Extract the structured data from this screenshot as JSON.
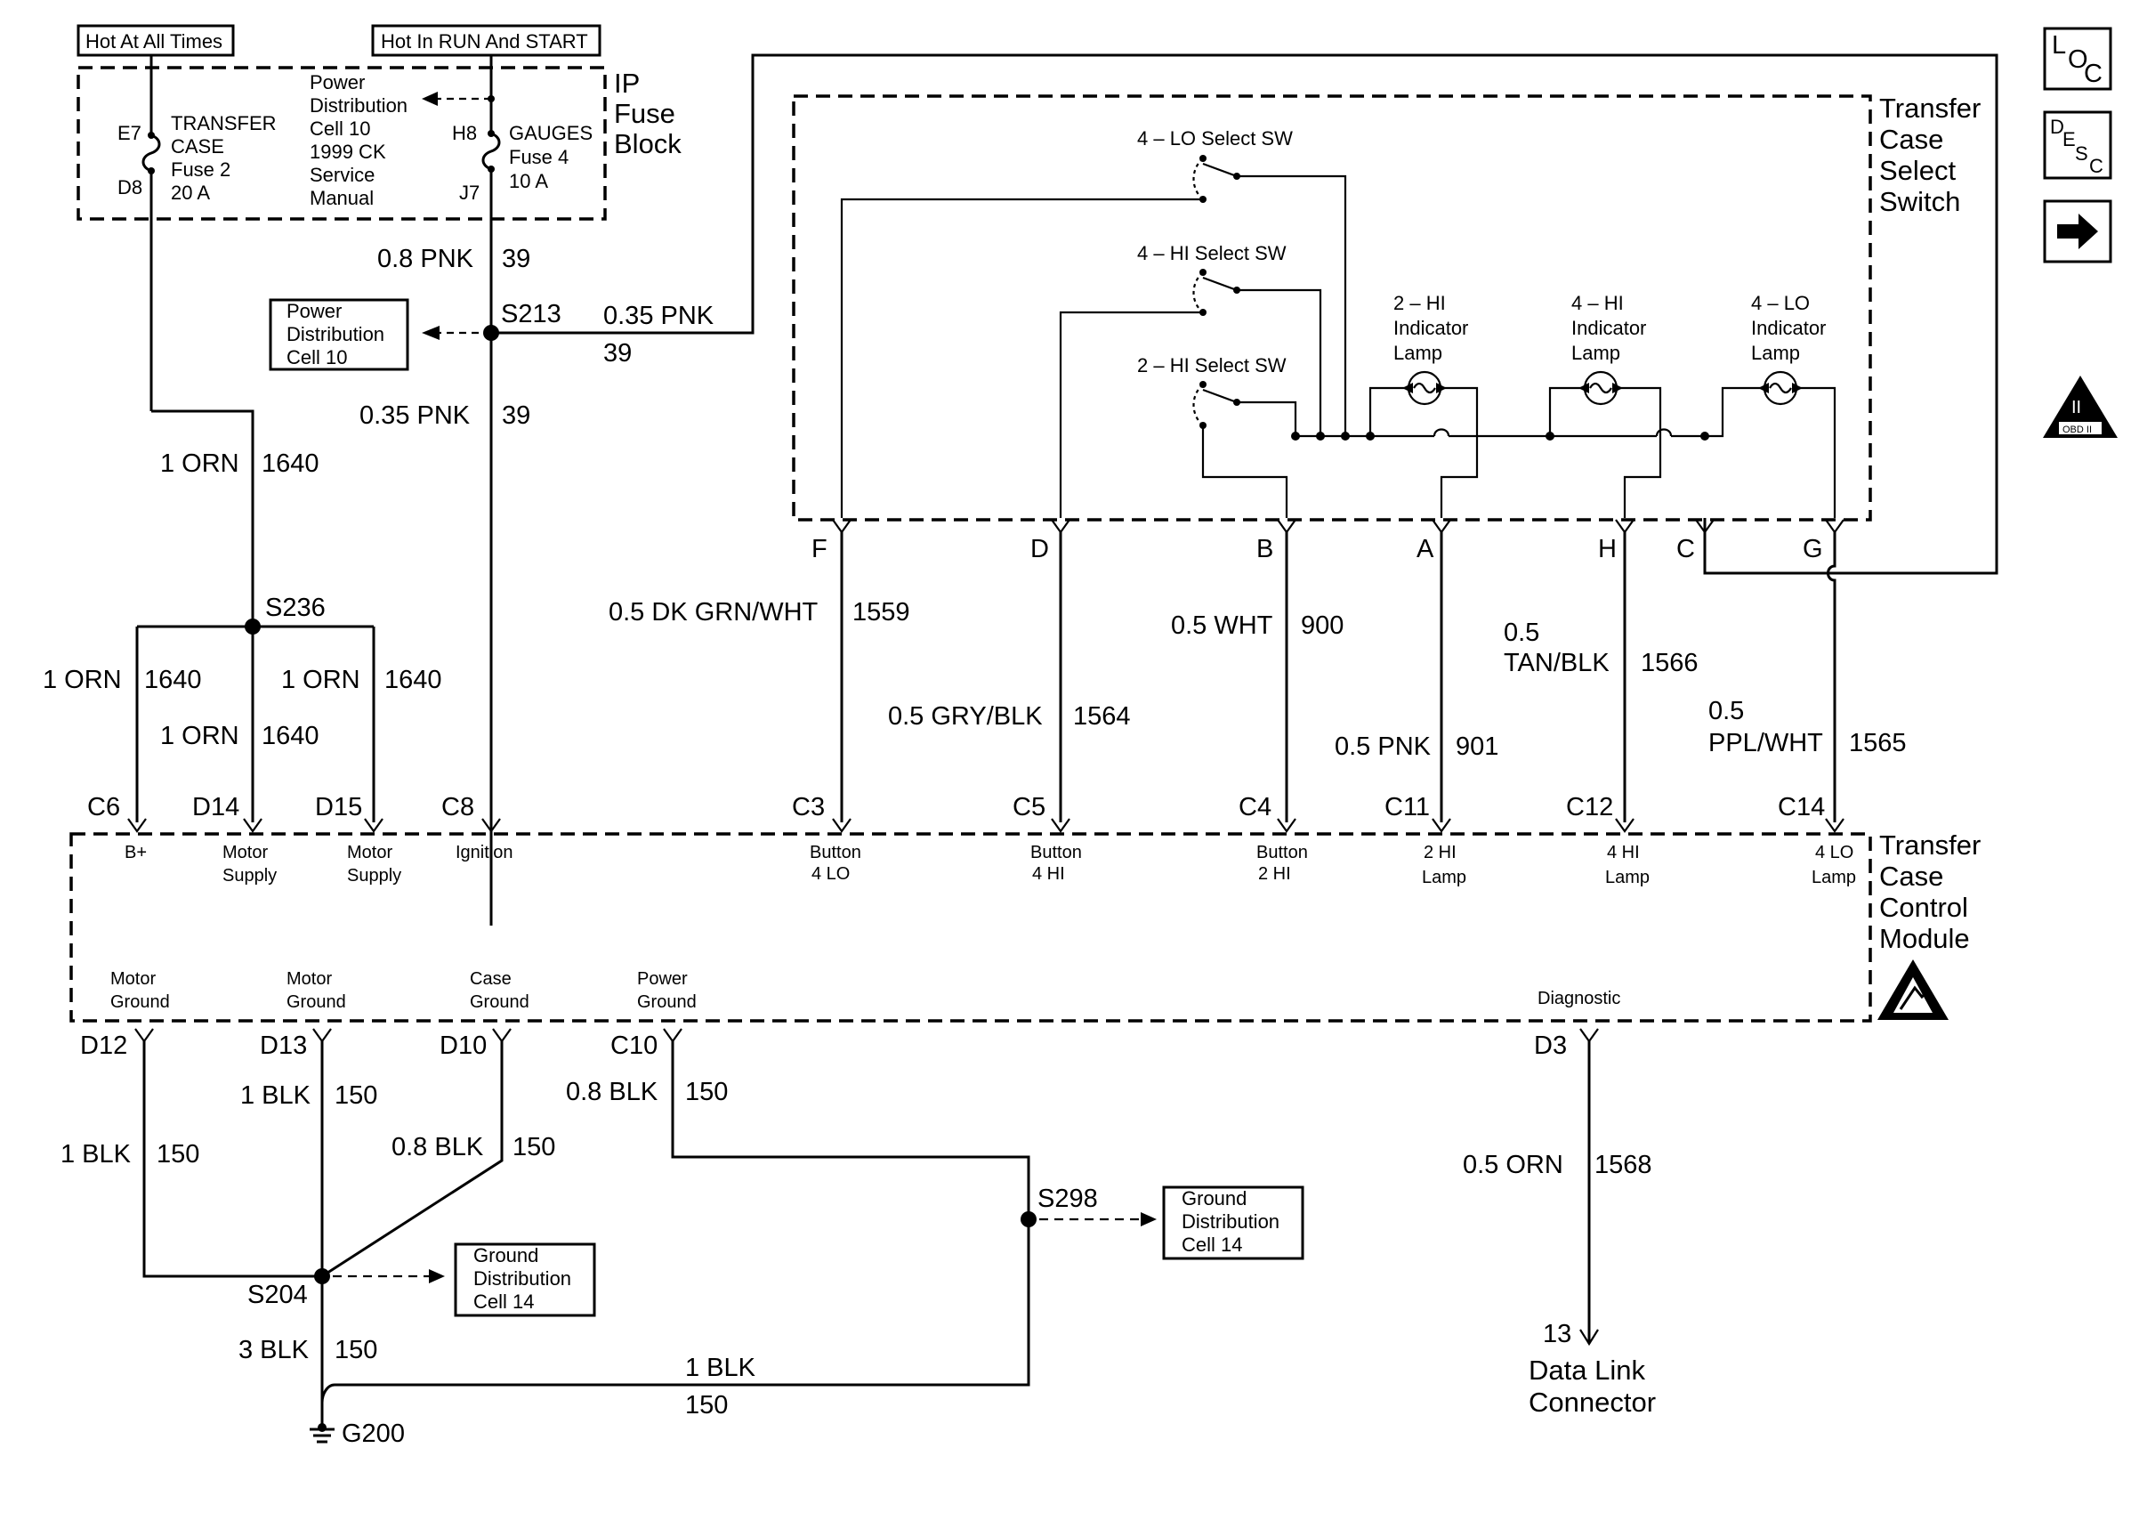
{
  "header": {
    "hot_all_times": "Hot At All Times",
    "hot_run_start": "Hot In RUN And START"
  },
  "fuse_block": {
    "title_l1": "IP",
    "title_l2": "Fuse",
    "title_l3": "Block",
    "transfer_fuse": {
      "pin_top": "E7",
      "pin_bottom": "D8",
      "l1": "TRANSFER",
      "l2": "CASE",
      "l3": "Fuse 2",
      "l4": "20 A"
    },
    "gauges_fuse": {
      "pin_top": "H8",
      "pin_bottom": "J7",
      "l1": "GAUGES",
      "l2": "Fuse 4",
      "l3": "10 A"
    },
    "power_ref": {
      "l1": "Power",
      "l2": "Distribution",
      "l3": "Cell 10",
      "l4": "1999 CK",
      "l5": "Service",
      "l6": "Manual"
    }
  },
  "refs": {
    "power_dist": {
      "l1": "Power",
      "l2": "Distribution",
      "l3": "Cell 10"
    },
    "ground_dist_a": {
      "l1": "Ground",
      "l2": "Distribution",
      "l3": "Cell 14"
    },
    "ground_dist_b": {
      "l1": "Ground",
      "l2": "Distribution",
      "l3": "Cell 14"
    }
  },
  "splices": {
    "s213": "S213",
    "s236": "S236",
    "s204": "S204",
    "s298": "S298",
    "g200": "G200"
  },
  "wires": {
    "pnk_08": "0.8 PNK",
    "pnk_08_circ": "39",
    "pnk_035_right": "0.35 PNK",
    "pnk_035_right_circ": "39",
    "pnk_035_down": "0.35 PNK",
    "pnk_035_down_circ": "39",
    "orn_main": "1 ORN",
    "orn_main_circ": "1640",
    "orn_c6": "1 ORN",
    "orn_c6_circ": "1640",
    "orn_d14": "1 ORN",
    "orn_d14_circ": "1640",
    "orn_d15": "1 ORN",
    "orn_d15_circ": "1640",
    "f_wire": "0.5 DK GRN/WHT",
    "f_circ": "1559",
    "d_wire": "0.5 GRY/BLK",
    "d_circ": "1564",
    "b_wire": "0.5 WHT",
    "b_circ": "900",
    "a_wire": "0.5 PNK",
    "a_circ": "901",
    "h_wire_l1": "0.5",
    "h_wire_l2": "TAN/BLK",
    "h_circ": "1566",
    "g_wire_l1": "0.5",
    "g_wire_l2": "PPL/WHT",
    "g_circ": "1565",
    "d12_wire": "1 BLK",
    "d12_circ": "150",
    "d13_wire": "1 BLK",
    "d13_circ": "150",
    "d10_wire": "0.8 BLK",
    "d10_circ": "150",
    "c10_wire": "0.8 BLK",
    "c10_circ": "150",
    "s204_wire": "3 BLK",
    "s204_circ": "150",
    "bottom_wire": "1 BLK",
    "bottom_circ": "150",
    "diag_wire": "0.5 ORN",
    "diag_circ": "1568"
  },
  "select_switch": {
    "title_l1": "Transfer",
    "title_l2": "Case",
    "title_l3": "Select",
    "title_l4": "Switch",
    "sw_4lo": "4 – LO Select SW",
    "sw_4hi": "4 – HI Select SW",
    "sw_2hi": "2 – HI Select SW",
    "lamp_2hi": {
      "l1": "2 – HI",
      "l2": "Indicator",
      "l3": "Lamp"
    },
    "lamp_4hi": {
      "l1": "4 – HI",
      "l2": "Indicator",
      "l3": "Lamp"
    },
    "lamp_4lo": {
      "l1": "4 – LO",
      "l2": "Indicator",
      "l3": "Lamp"
    },
    "pins": {
      "f": "F",
      "d": "D",
      "b": "B",
      "a": "A",
      "h": "H",
      "c": "C",
      "g": "G"
    }
  },
  "control_module": {
    "title_l1": "Transfer",
    "title_l2": "Case",
    "title_l3": "Control",
    "title_l4": "Module",
    "top_pins": {
      "c6": "C6",
      "d14": "D14",
      "d15": "D15",
      "c8": "C8",
      "c3": "C3",
      "c5": "C5",
      "c4": "C4",
      "c11": "C11",
      "c12": "C12",
      "c14": "C14"
    },
    "top_labels": {
      "b_plus": "B+",
      "motor_supply_1a": "Motor",
      "motor_supply_1b": "Supply",
      "motor_supply_2a": "Motor",
      "motor_supply_2b": "Supply",
      "ignition": "Ignition",
      "btn_4lo_a": "Button",
      "btn_4lo_b": "4 LO",
      "btn_4hi_a": "Button",
      "btn_4hi_b": "4 HI",
      "btn_2hi_a": "Button",
      "btn_2hi_b": "2 HI",
      "lamp_2hi_a": "2 HI",
      "lamp_2hi_b": "Lamp",
      "lamp_4hi_a": "4 HI",
      "lamp_4hi_b": "Lamp",
      "lamp_4lo_a": "4 LO",
      "lamp_4lo_b": "Lamp"
    },
    "bottom_pins": {
      "d12": "D12",
      "d13": "D13",
      "d10": "D10",
      "c10": "C10",
      "d3": "D3"
    },
    "bottom_labels": {
      "motor_gnd_1a": "Motor",
      "motor_gnd_1b": "Ground",
      "motor_gnd_2a": "Motor",
      "motor_gnd_2b": "Ground",
      "case_gnd_a": "Case",
      "case_gnd_b": "Ground",
      "power_gnd_a": "Power",
      "power_gnd_b": "Ground",
      "diagnostic": "Diagnostic"
    }
  },
  "dlc": {
    "pin": "13",
    "l1": "Data Link",
    "l2": "Connector"
  },
  "side_icons": {
    "loc": {
      "icon": "loc-icon",
      "l": "L",
      "o": "O",
      "c": "C"
    },
    "desc": {
      "icon": "desc-icon",
      "d": "D",
      "e": "E",
      "s": "S",
      "c": "C"
    },
    "next": {
      "icon": "arrow-right-icon"
    },
    "obd": {
      "icon": "obd-ii-icon",
      "top": "II",
      "label": "OBD II"
    }
  }
}
